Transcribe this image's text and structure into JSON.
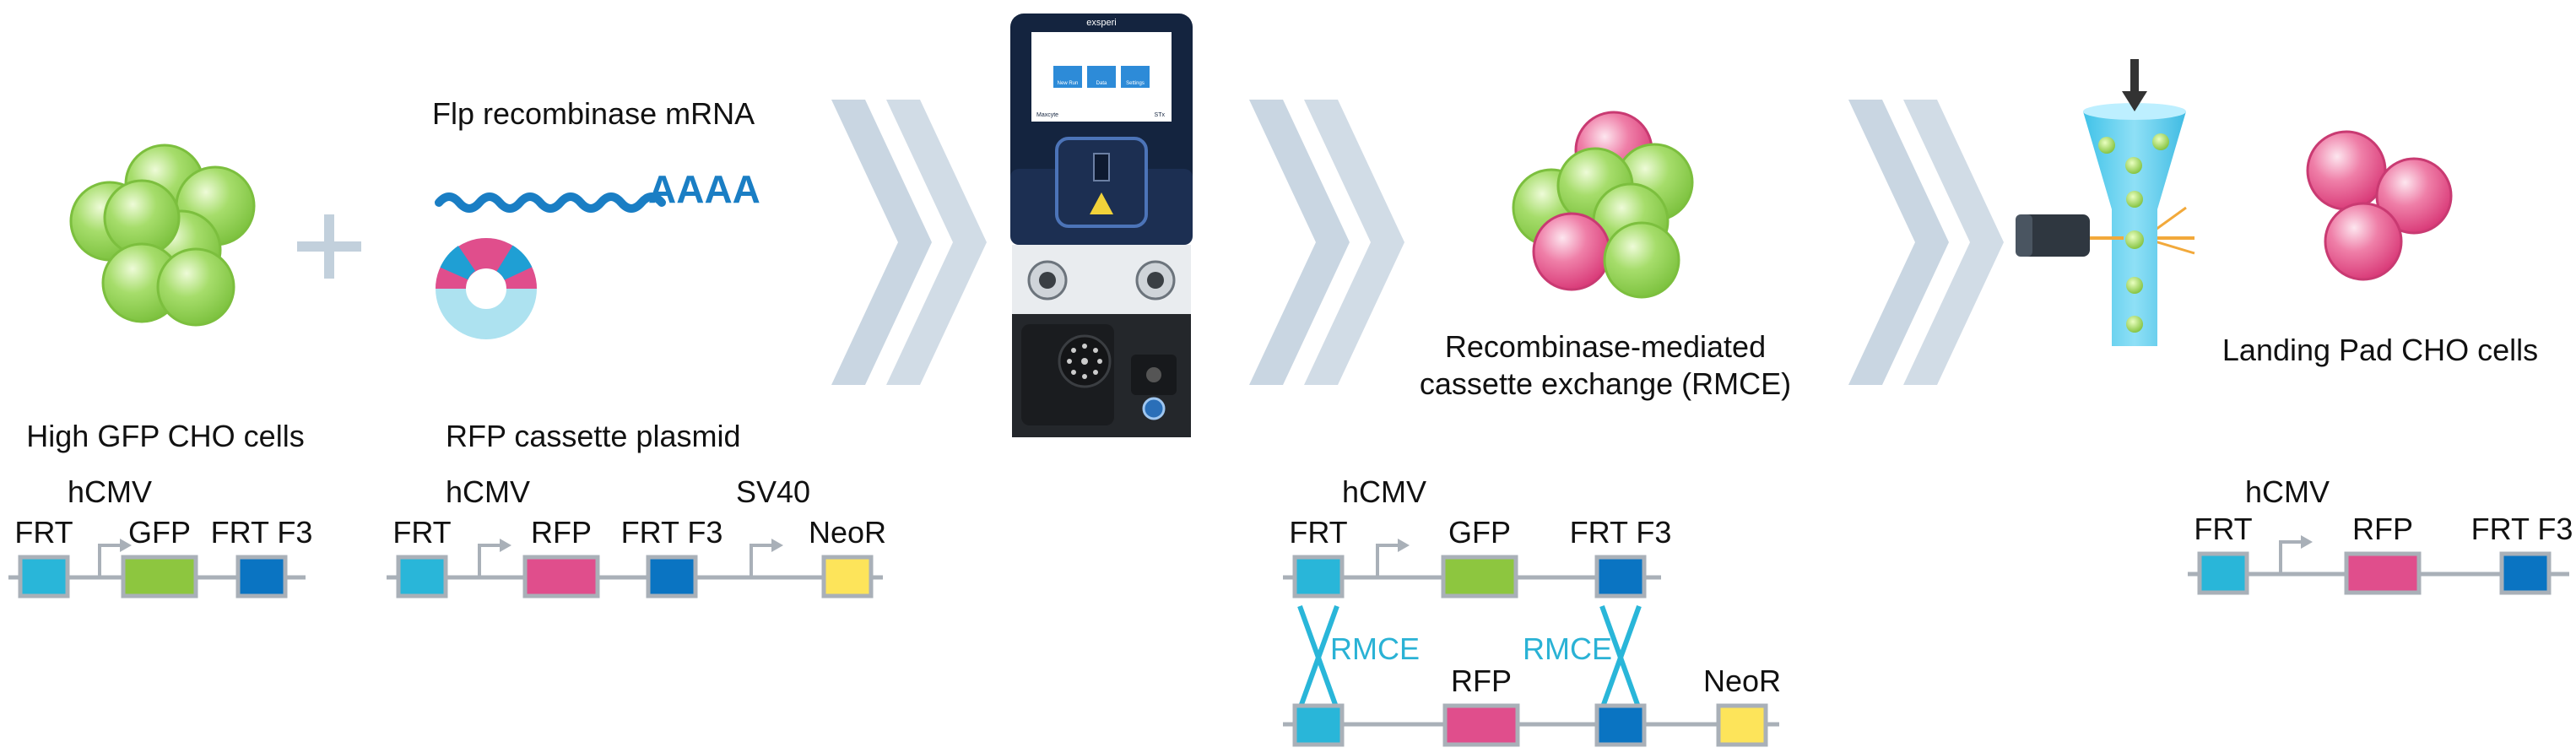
{
  "colors": {
    "line": "#a9b0b8",
    "frt": "#29b6d9",
    "frt_f3": "#0a74c2",
    "gfp": "#8dc63f",
    "rfp": "#e04e8c",
    "neor": "#fde45a",
    "chevron": "#c9d6e2",
    "rmce_text": "#2ab2d5",
    "mrna_blue": "#1a7ec4",
    "cell_green": "#8fd150",
    "cell_pink": "#e7578f"
  },
  "step1": {
    "title": "High GFP CHO cells",
    "construct": {
      "hcmv": "hCMV",
      "frt": "FRT",
      "gfp": "GFP",
      "frt_f3": "FRT F3"
    }
  },
  "plus_symbol": "+",
  "step2": {
    "mrna_label": "Flp recombinase mRNA",
    "polya": "AAAA",
    "plasmid_label": "RFP cassette plasmid",
    "construct": {
      "hcmv": "hCMV",
      "frt": "FRT",
      "rfp": "RFP",
      "frt_f3": "FRT F3",
      "sv40": "SV40",
      "neor": "NeoR"
    }
  },
  "instrument": {
    "brand": "exsperi",
    "screen_buttons": [
      "New Run",
      "Data",
      "Settings"
    ],
    "screen_footer_left": "Maxcyte",
    "screen_footer_right": "STx"
  },
  "step3": {
    "title_line1": "Recombinase-mediated",
    "title_line2": "cassette exchange (RMCE)",
    "top_construct": {
      "hcmv": "hCMV",
      "frt": "FRT",
      "gfp": "GFP",
      "frt_f3": "FRT F3"
    },
    "rmce_left": "RMCE",
    "rmce_right": "RMCE",
    "bottom_construct": {
      "rfp": "RFP",
      "neor": "NeoR"
    }
  },
  "step4": {
    "title": "Landing Pad CHO cells",
    "construct": {
      "hcmv": "hCMV",
      "frt": "FRT",
      "rfp": "RFP",
      "frt_f3": "FRT F3"
    }
  }
}
